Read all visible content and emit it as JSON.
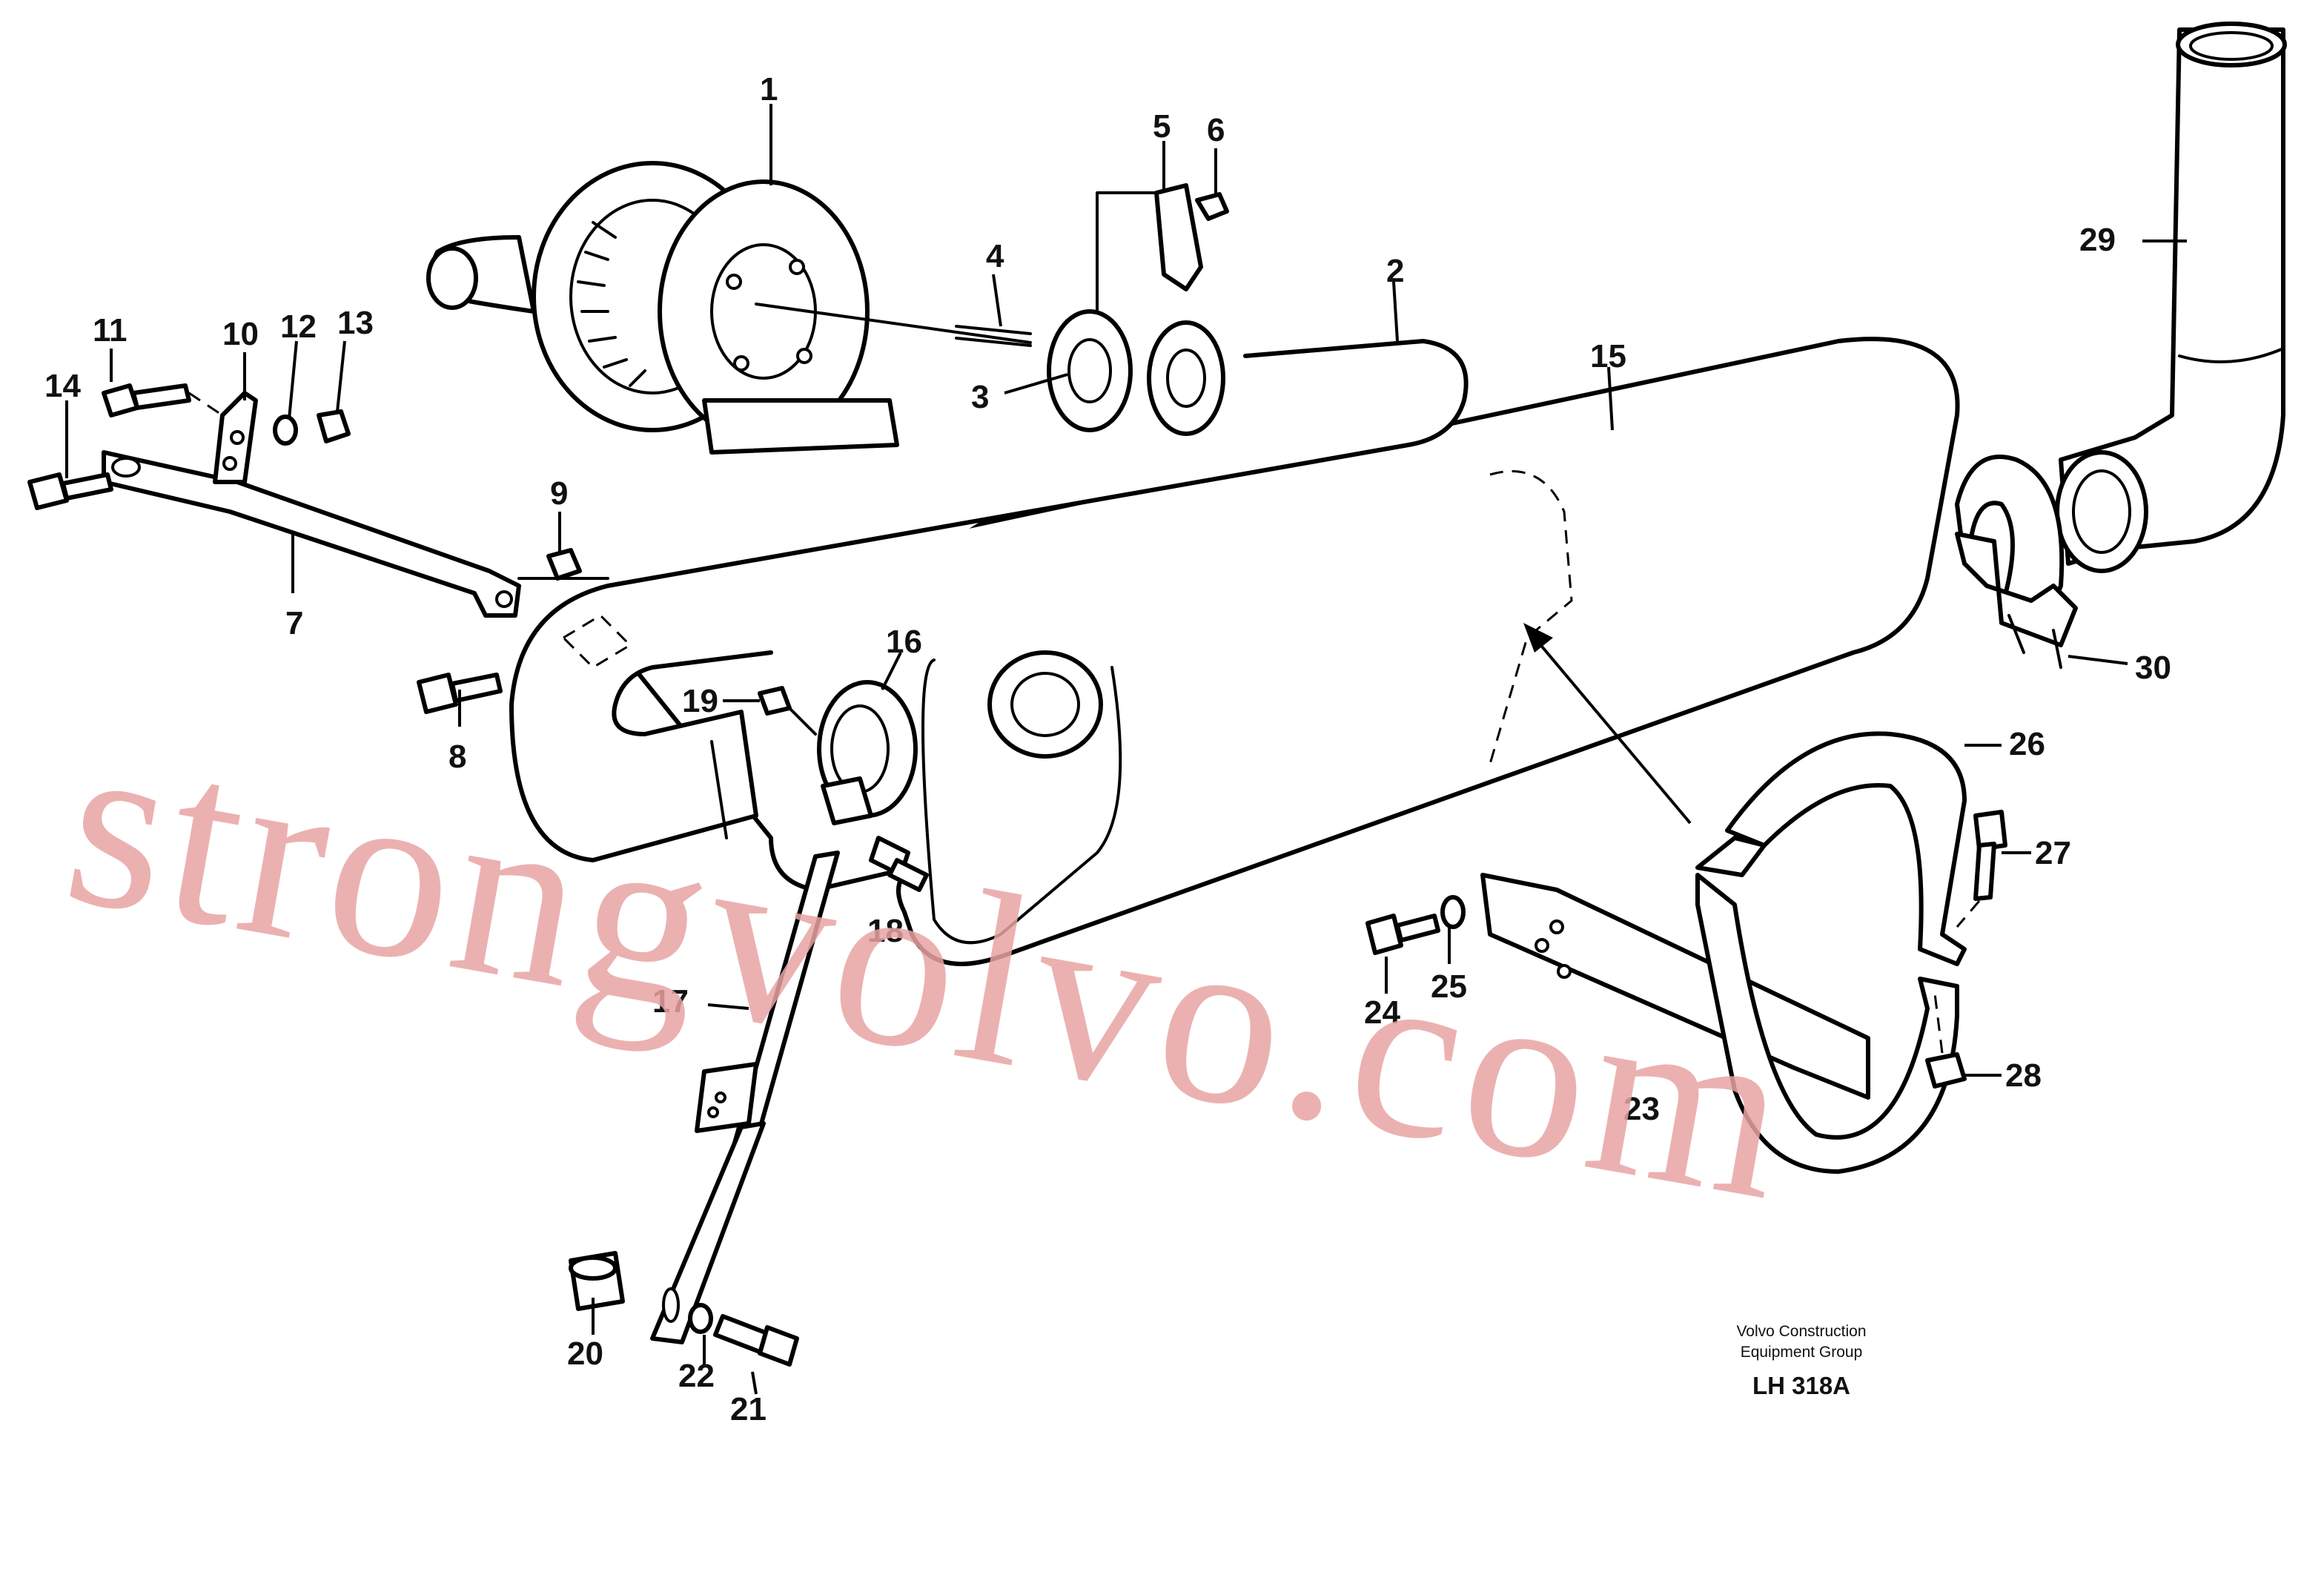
{
  "watermark": "strongvolvo.com",
  "footer": {
    "line1": "Volvo Construction",
    "line2": "Equipment Group",
    "code": "LH 318A"
  },
  "callouts": {
    "c1": "1",
    "c2": "2",
    "c3": "3",
    "c4": "4",
    "c5": "5",
    "c6": "6",
    "c7": "7",
    "c8": "8",
    "c9": "9",
    "c10": "10",
    "c11": "11",
    "c12": "12",
    "c13": "13",
    "c14": "14",
    "c15": "15",
    "c16": "16",
    "c17": "17",
    "c18": "18",
    "c19": "19",
    "c20": "20",
    "c21": "21",
    "c22": "22",
    "c23": "23",
    "c24": "24",
    "c25": "25",
    "c26": "26",
    "c27": "27",
    "c28": "28",
    "c29": "29",
    "c30": "30"
  },
  "colors": {
    "ink": "#000000",
    "watermark": "#e8a3a3",
    "background": "#ffffff"
  }
}
